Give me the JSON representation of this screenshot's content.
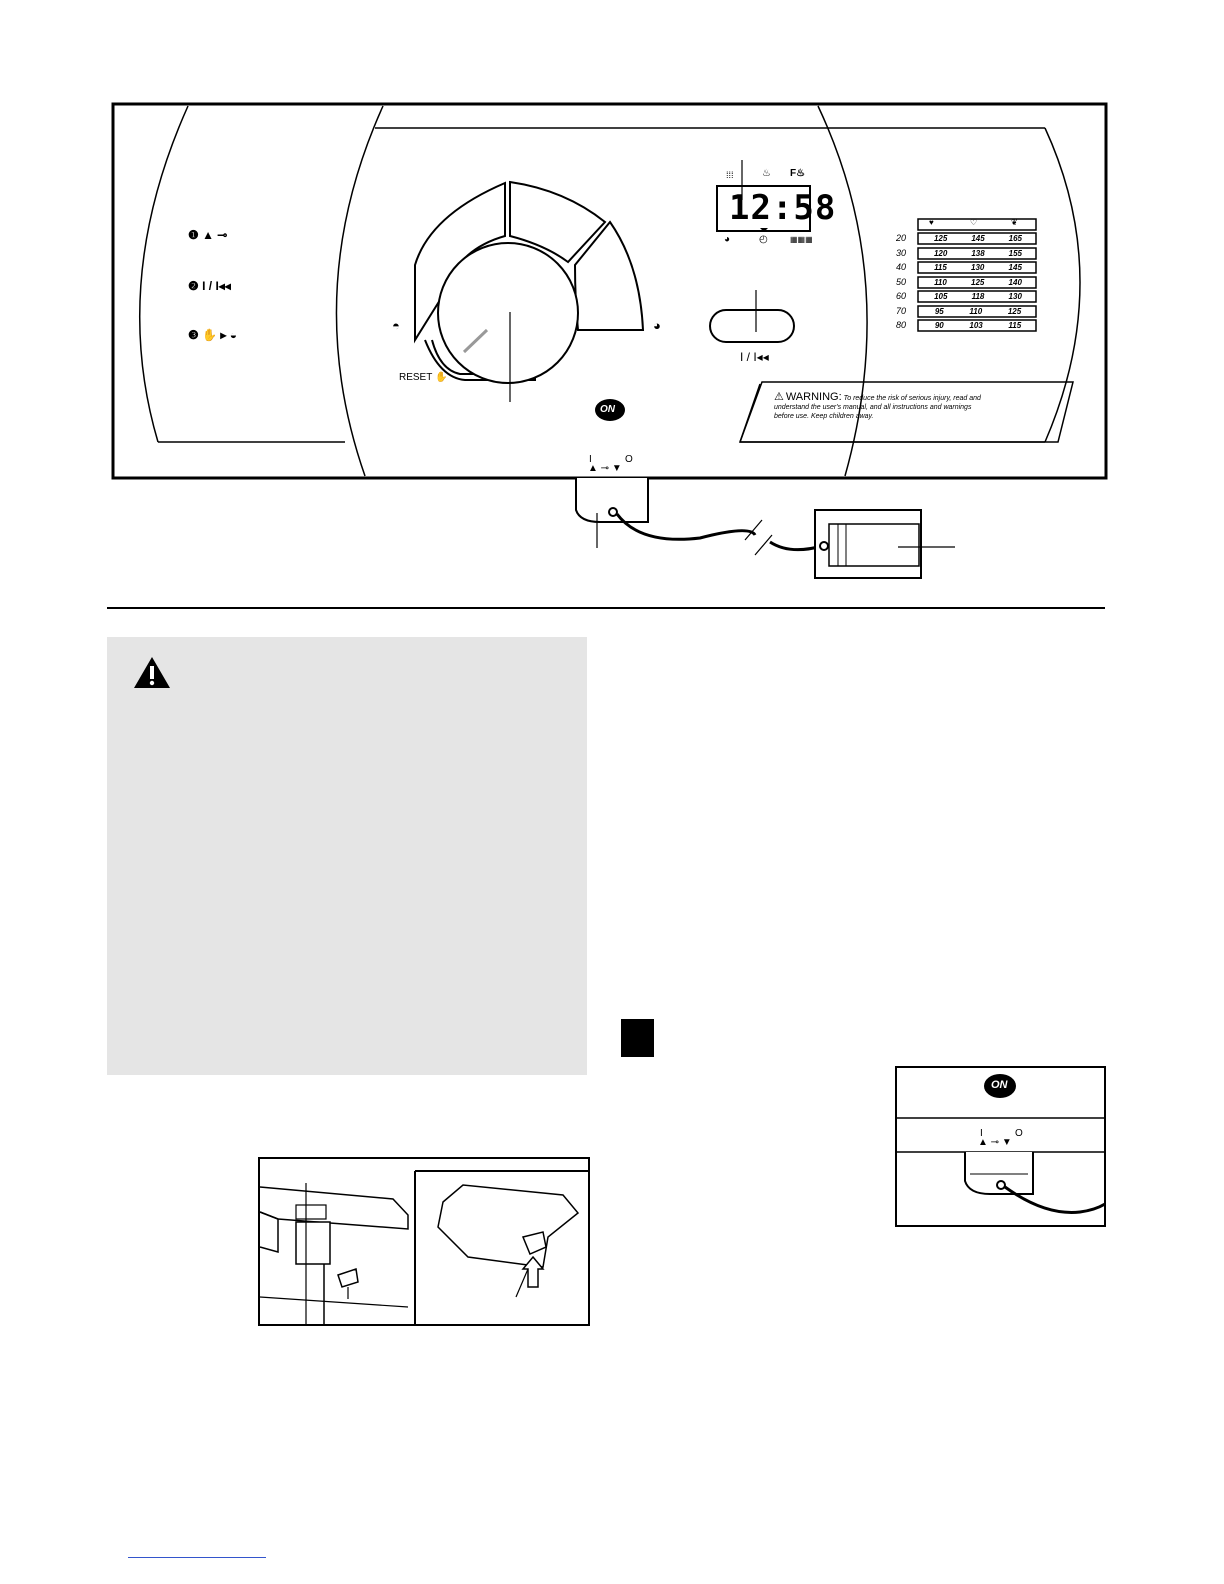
{
  "console": {
    "quick_key_1_icon": "circled-one-incline-up-key-icon",
    "quick_key_2_label": "I / I◂◂",
    "quick_key_3_icon": "circled-three-hand-arrow-turtle-icon",
    "speed_low_icon": "turtle-icon",
    "speed_high_icon": "hare-icon",
    "reset_label": "RESET",
    "display_time": "12:58",
    "on_button_label": "ON",
    "start_button_label": "I / I◂◂",
    "key_legend_on": "I",
    "key_legend_off": "O",
    "warning_title": "WARNING:",
    "warning_text_1": "To reduce the risk of serious injury, read and",
    "warning_text_2": "understand the user's manual, and all instructions and warnings",
    "warning_text_3": "before use.  Keep children away.",
    "heart_rate_chart": {
      "ages": [
        "20",
        "30",
        "40",
        "50",
        "60",
        "70",
        "80"
      ],
      "rows": [
        [
          "125",
          "145",
          "165"
        ],
        [
          "120",
          "138",
          "155"
        ],
        [
          "115",
          "130",
          "145"
        ],
        [
          "110",
          "125",
          "140"
        ],
        [
          "105",
          "118",
          "130"
        ],
        [
          "95",
          "110",
          "125"
        ],
        [
          "90",
          "103",
          "115"
        ]
      ]
    }
  },
  "detail": {
    "on_label": "ON",
    "key_legend_on": "I",
    "key_legend_off": "O"
  }
}
